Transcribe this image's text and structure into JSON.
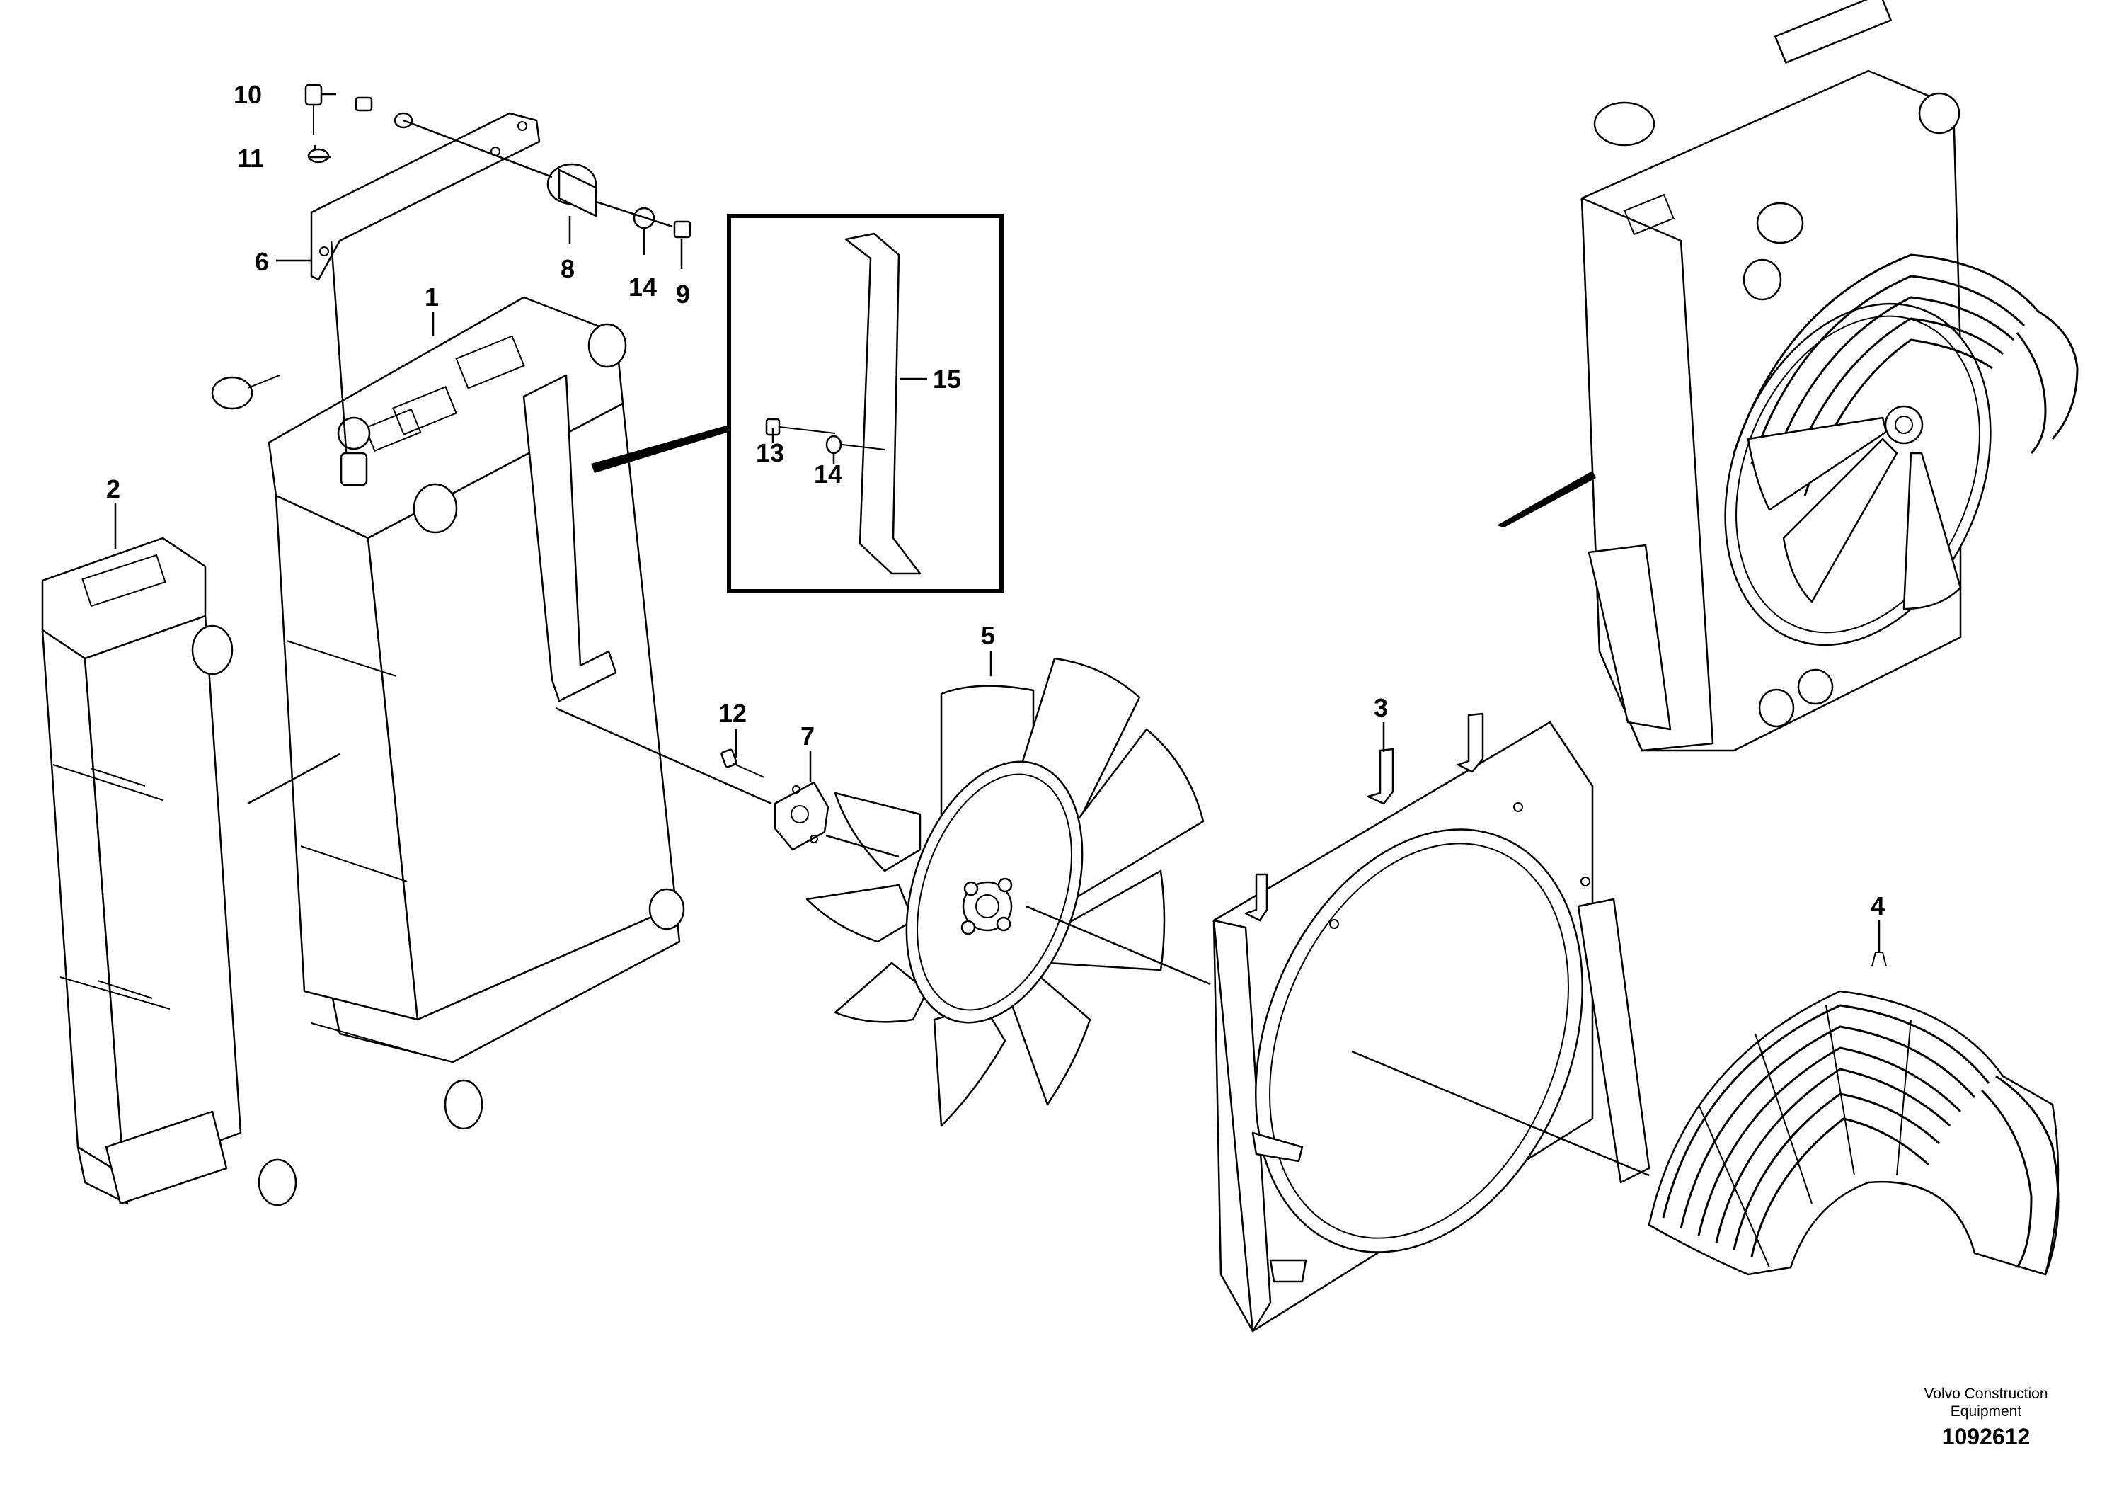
{
  "callouts": {
    "c1": "1",
    "c2": "2",
    "c3": "3",
    "c4": "4",
    "c5": "5",
    "c6": "6",
    "c7": "7",
    "c8": "8",
    "c9": "9",
    "c10": "10",
    "c11": "11",
    "c12": "12",
    "c13": "13",
    "c14a": "14",
    "c14b": "14",
    "c15": "15"
  },
  "credit": {
    "line1": "Volvo Construction",
    "line2": "Equipment"
  },
  "document_number": "1092612"
}
